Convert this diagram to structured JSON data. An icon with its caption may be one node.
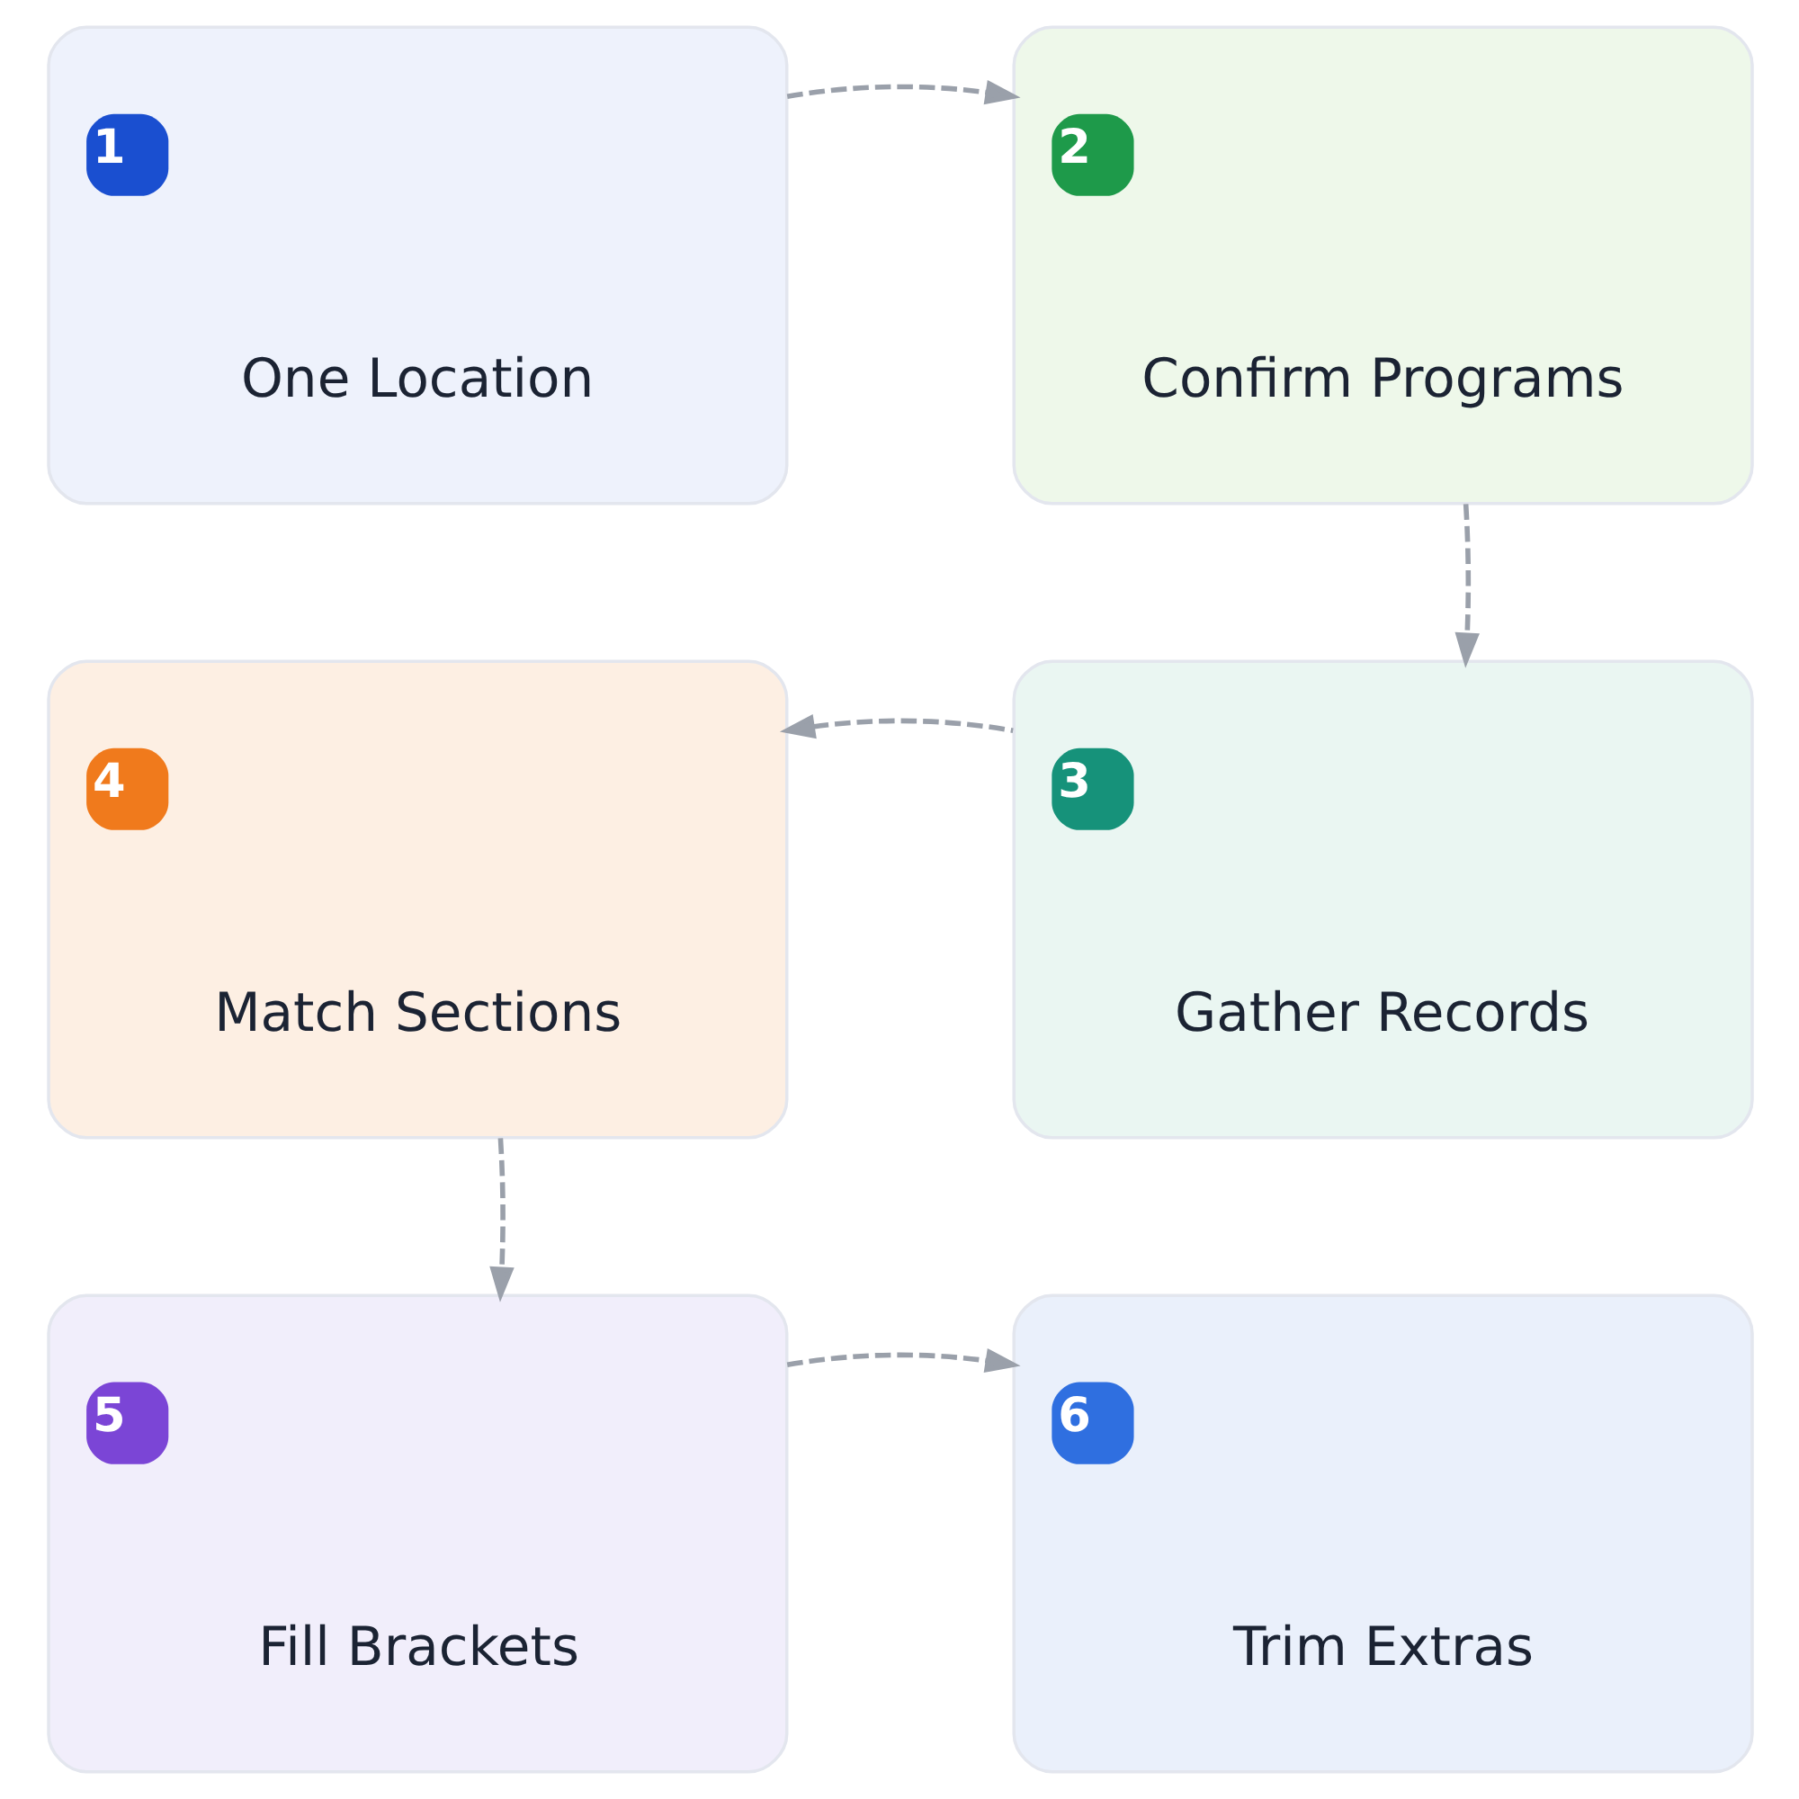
{
  "diagram": {
    "nodes": [
      {
        "text": [
          "1",
          "One Location"
        ]
      },
      {
        "text": [
          "2",
          "Confirm Programs"
        ]
      },
      {
        "text": [
          "4",
          "Match Sections"
        ]
      },
      {
        "text": [
          "3",
          "Gather Records"
        ]
      },
      {
        "text": [
          "5",
          "Fill Brackets"
        ]
      },
      {
        "text": [
          "6",
          "Trim Extras"
        ]
      }
    ],
    "edges": [
      {
        "from": 0,
        "to": 1,
        "arrow": "to",
        "style": "dashed"
      },
      {
        "from": 1,
        "to": 3,
        "arrow": "to",
        "style": "dashed"
      },
      {
        "from": 3,
        "to": 2,
        "arrow": "to",
        "style": "dashed"
      },
      {
        "from": 2,
        "to": 4,
        "arrow": "to",
        "style": "dashed"
      },
      {
        "from": 4,
        "to": 5,
        "arrow": "to",
        "style": "dashed"
      }
    ]
  }
}
